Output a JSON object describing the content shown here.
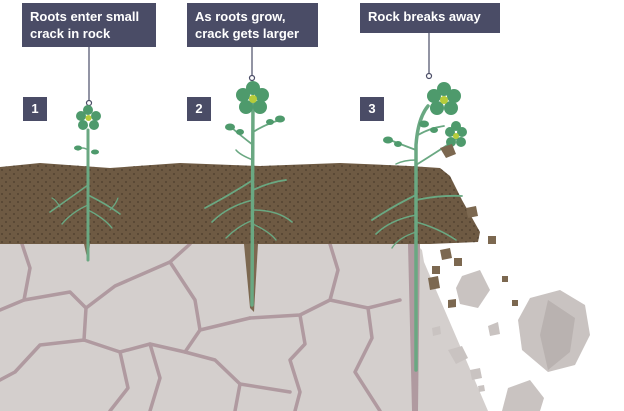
{
  "stages": [
    {
      "number": "1",
      "caption_lines": [
        "Roots enter small",
        "crack in rock"
      ]
    },
    {
      "number": "2",
      "caption_lines": [
        "As roots grow,",
        "crack gets larger"
      ]
    },
    {
      "number": "3",
      "caption_lines": [
        "Rock breaks away"
      ]
    }
  ],
  "colors": {
    "label_bg": "#4a4c66",
    "label_text": "#ffffff",
    "soil": "#6e5a43",
    "soil_dots": "#4b3c2c",
    "rock": "#d4cfcd",
    "rock_crack": "#b09aa0",
    "plant_stem": "#6aa882",
    "plant_leaf": "#4e9a6c",
    "flower_center": "#b5cc3a",
    "fragment_light": "#c9c3c1",
    "fragment_dark": "#7c6850"
  },
  "icons": [
    "plant-icon",
    "flower-icon",
    "rock-fragment-icon"
  ]
}
